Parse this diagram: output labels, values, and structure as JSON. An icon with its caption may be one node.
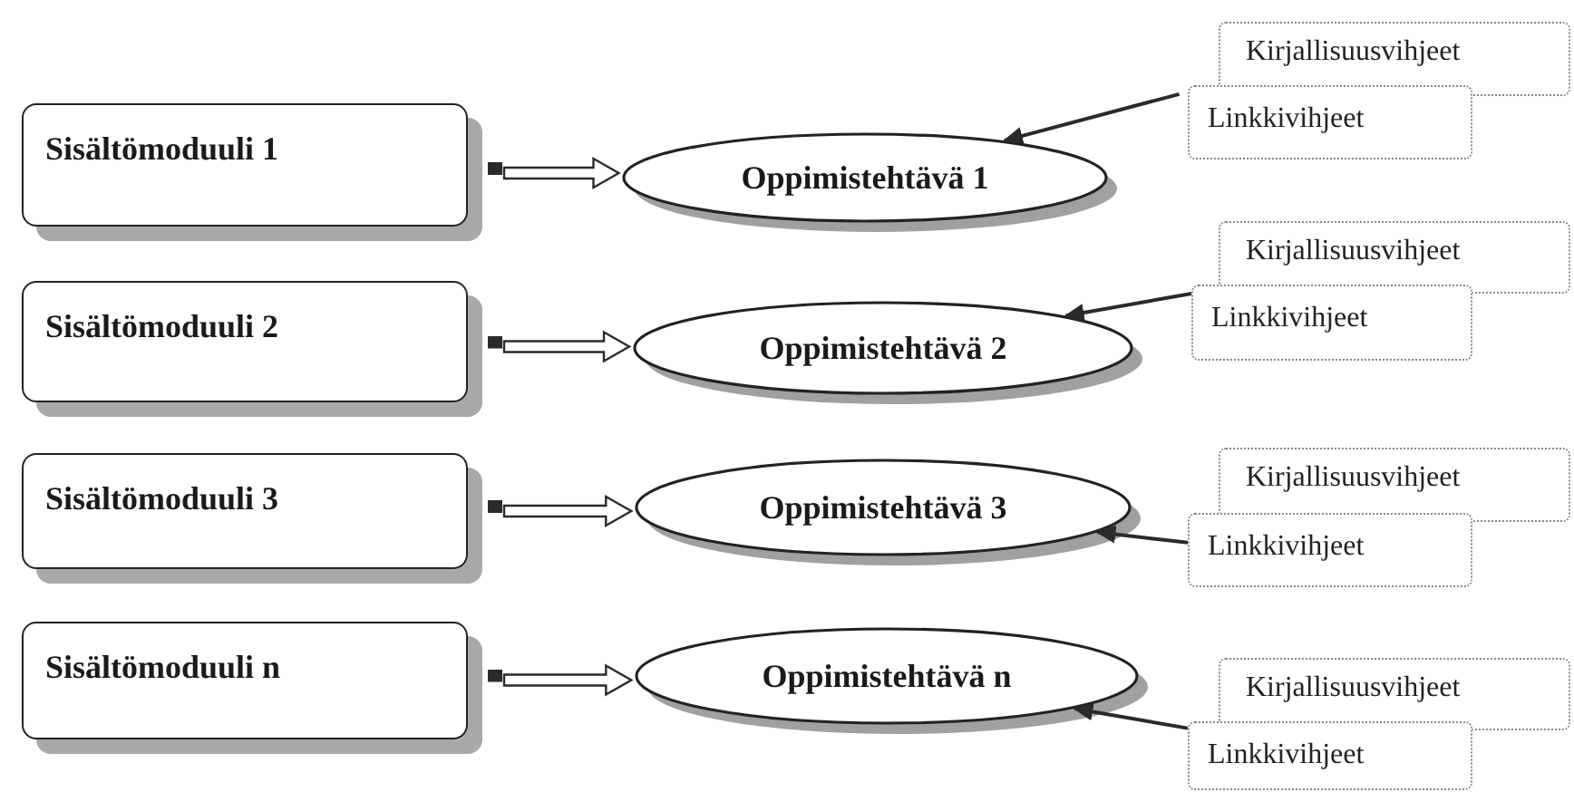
{
  "diagram": {
    "nodes": [
      {
        "text": [
          "Sisältömoduuli 1"
        ]
      },
      {
        "text": [
          "Oppimistehtävä 1"
        ]
      },
      {
        "text": [
          "Kirjallisuusvihjeet"
        ]
      },
      {
        "text": [
          "Linkkivihjeet"
        ]
      },
      {
        "text": [
          "Sisältömoduuli 2"
        ]
      },
      {
        "text": [
          "Oppimistehtävä 2"
        ]
      },
      {
        "text": [
          "Kirjallisuusvihjeet"
        ]
      },
      {
        "text": [
          "Linkkivihjeet"
        ]
      },
      {
        "text": [
          "Sisältömoduuli 3"
        ]
      },
      {
        "text": [
          "Oppimistehtävä 3"
        ]
      },
      {
        "text": [
          "Kirjallisuusvihjeet"
        ]
      },
      {
        "text": [
          "Linkkivihjeet"
        ]
      },
      {
        "text": [
          "Sisältömoduuli n"
        ]
      },
      {
        "text": [
          "Oppimistehtävä n"
        ]
      },
      {
        "text": [
          "Kirjallisuusvihjeet"
        ]
      },
      {
        "text": [
          "Linkkivihjeet"
        ]
      }
    ],
    "edges": [
      {
        "from": 0,
        "to": 1,
        "arrow": "to",
        "style": "thick"
      },
      {
        "from": 3,
        "to": 1,
        "arrow": "to"
      },
      {
        "from": 4,
        "to": 5,
        "arrow": "to",
        "style": "thick"
      },
      {
        "from": 7,
        "to": 5,
        "arrow": "to"
      },
      {
        "from": 8,
        "to": 9,
        "arrow": "to",
        "style": "thick"
      },
      {
        "from": 11,
        "to": 9,
        "arrow": "to"
      },
      {
        "from": 12,
        "to": 13,
        "arrow": "to",
        "style": "thick"
      },
      {
        "from": 15,
        "to": 13,
        "arrow": "to"
      }
    ]
  }
}
